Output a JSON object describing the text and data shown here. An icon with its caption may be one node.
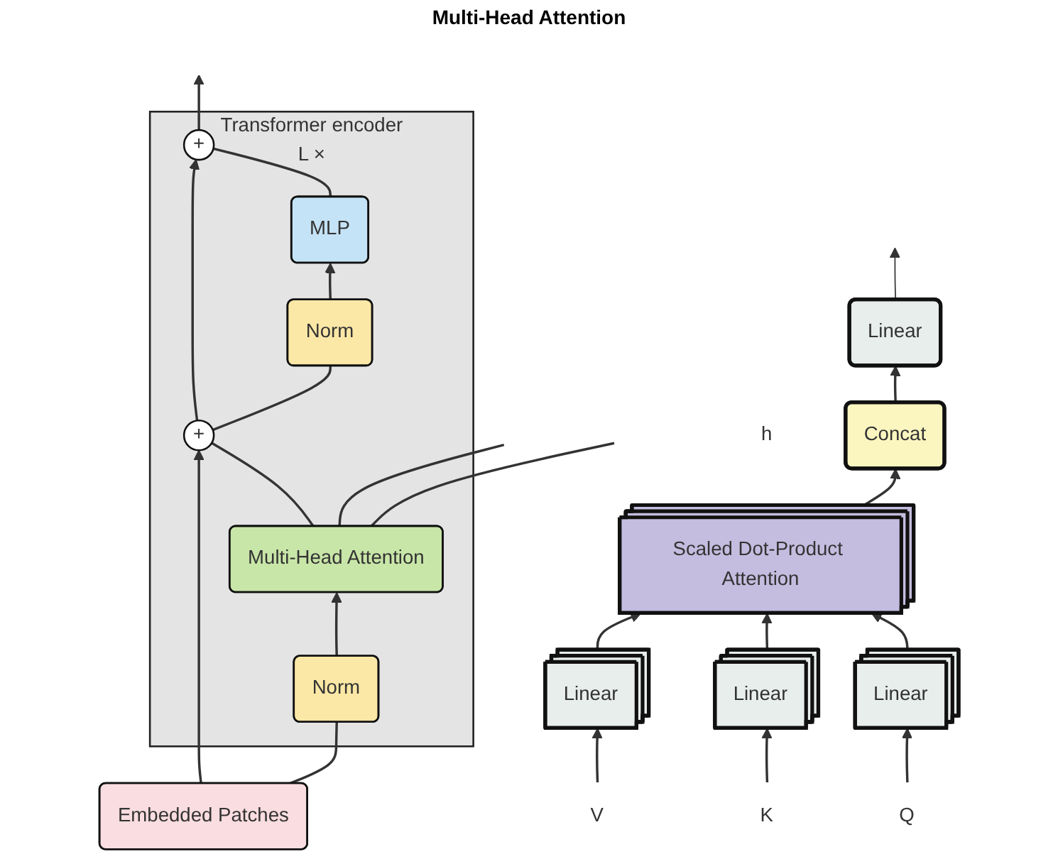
{
  "diagram": {
    "nodes": [
      {
        "text": [
          "Transformer encoder",
          "L ×"
        ]
      },
      {
        "text": [
          "+"
        ],
        "in": 0
      },
      {
        "text": [
          "MLP"
        ],
        "in": 0
      },
      {
        "text": [
          "Norm"
        ],
        "in": 0
      },
      {
        "text": [
          "+"
        ],
        "in": 0
      },
      {
        "text": [
          "Multi-Head Attention"
        ],
        "in": 0
      },
      {
        "text": [
          "Norm"
        ],
        "in": 0
      },
      {
        "text": [
          "Embedded Patches"
        ]
      },
      {
        "text": [
          "Linear"
        ]
      },
      {
        "text": [
          "Concat"
        ]
      },
      {
        "text": [
          "Scaled Dot-Product Attention"
        ],
        "beside": [
          "h"
        ]
      },
      {
        "text": [
          "Linear"
        ]
      },
      {
        "text": [
          "Linear"
        ]
      },
      {
        "text": [
          "Linear"
        ]
      },
      {
        "text": [
          "V"
        ]
      },
      {
        "text": [
          "K"
        ]
      },
      {
        "text": [
          "Q"
        ]
      }
    ],
    "edges": [
      {
        "from": 7,
        "to": 6,
        "arrow": "none"
      },
      {
        "from": 7,
        "to": 4,
        "arrow": "to"
      },
      {
        "from": 6,
        "to": 5,
        "arrow": "to"
      },
      {
        "from": 5,
        "to": 4,
        "arrow": "none"
      },
      {
        "from": 4,
        "to": 3,
        "arrow": "none"
      },
      {
        "from": 4,
        "to": 1,
        "arrow": "to"
      },
      {
        "from": 3,
        "to": 2,
        "arrow": "to"
      },
      {
        "from": 2,
        "to": 1,
        "arrow": "none"
      },
      {
        "from": 1,
        "to": null,
        "arrow": "to"
      },
      {
        "from": 5,
        "to": null,
        "arrow": "none"
      },
      {
        "from": 5,
        "to": null,
        "arrow": "none"
      },
      {
        "from": 14,
        "to": 11,
        "arrow": "to"
      },
      {
        "from": 15,
        "to": 12,
        "arrow": "to"
      },
      {
        "from": 16,
        "to": 13,
        "arrow": "to"
      },
      {
        "from": 11,
        "to": 10,
        "arrow": "to"
      },
      {
        "from": 12,
        "to": 10,
        "arrow": "to"
      },
      {
        "from": 13,
        "to": 10,
        "arrow": "to"
      },
      {
        "from": 10,
        "to": 9,
        "arrow": "to"
      },
      {
        "from": 9,
        "to": 8,
        "arrow": "to"
      },
      {
        "from": 8,
        "to": null,
        "arrow": "to"
      }
    ],
    "labels": [
      "Multi-Head Attention"
    ]
  }
}
